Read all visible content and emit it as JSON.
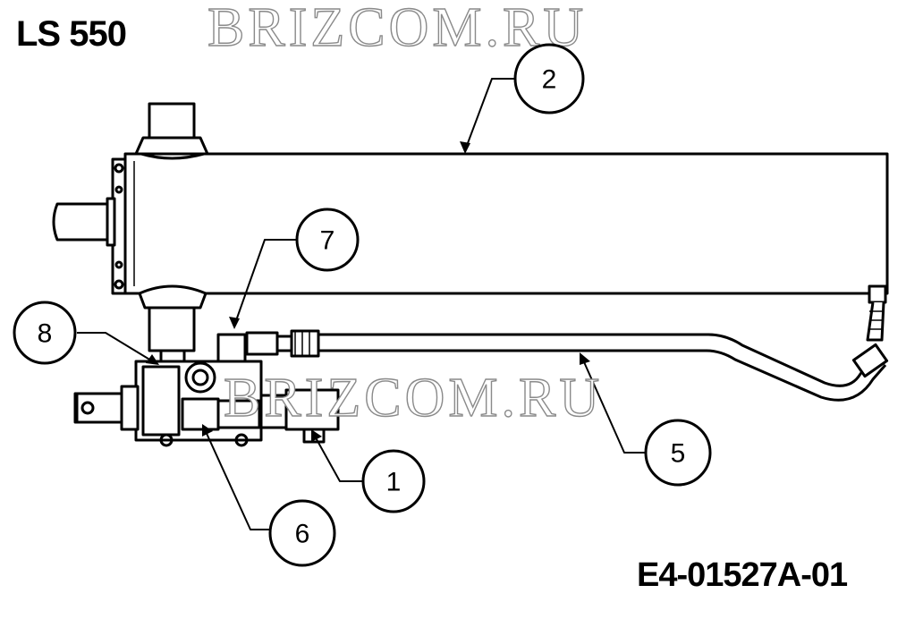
{
  "title": "LS 550",
  "drawing_code": "E4-01527A-01",
  "watermark": "BRIZCOM.RU",
  "callouts": {
    "c1": "1",
    "c2": "2",
    "c5": "5",
    "c6": "6",
    "c7": "7",
    "c8": "8"
  }
}
